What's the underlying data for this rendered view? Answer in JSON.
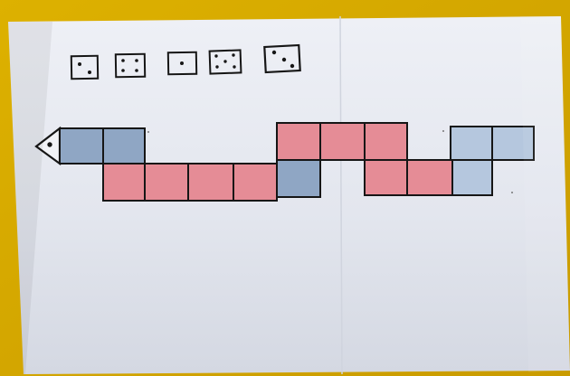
{
  "scene": {
    "description_type": "photo",
    "colors": {
      "table_yellow": "#d8ad00",
      "table_shadow": "#b88d00",
      "paper": "#eef0f6",
      "paper_shade": "#d7dbe6",
      "ink": "#161616",
      "pink": "#e58c96",
      "blue": "#8fa6c4",
      "light_blue": "#b5c7de"
    },
    "dice": [
      {
        "name": "die-2",
        "pips": 2
      },
      {
        "name": "die-4",
        "pips": 4
      },
      {
        "name": "die-1",
        "pips": 1
      },
      {
        "name": "die-5",
        "pips": 5
      },
      {
        "name": "die-3",
        "pips": 3
      }
    ],
    "snake": {
      "head_color": "white",
      "cell_colors_top_left": [
        "blue",
        "blue"
      ],
      "cell_colors_bottom_left": [
        "pink",
        "pink",
        "pink",
        "pink",
        "blue"
      ],
      "cell_colors_top_middle": [
        "pink",
        "pink",
        "pink"
      ],
      "cell_colors_bottom_right": [
        "pink",
        "pink",
        "light_blue"
      ],
      "cell_colors_top_right": [
        "light_blue",
        "light_blue"
      ]
    }
  }
}
